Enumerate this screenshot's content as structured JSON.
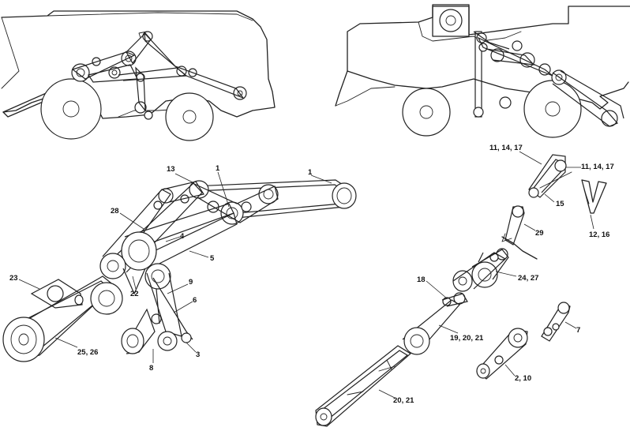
{
  "callouts": {
    "c_13": "13",
    "c_1a": "1",
    "c_1b": "1",
    "c_28": "28",
    "c_4": "4",
    "c_5": "5",
    "c_23": "23",
    "c_22": "22",
    "c_9": "9",
    "c_6": "6",
    "c_3": "3",
    "c_8": "8",
    "c_25_26": "25, 26",
    "c_11_14_17a": "11, 14, 17",
    "c_11_14_17b": "11, 14, 17",
    "c_15": "15",
    "c_12_16": "12, 16",
    "c_29": "29",
    "c_18": "18",
    "c_24_27": "24, 27",
    "c_19_20_21": "19, 20, 21",
    "c_7": "7",
    "c_2_10": "2, 10",
    "c_20_21": "20, 21"
  }
}
